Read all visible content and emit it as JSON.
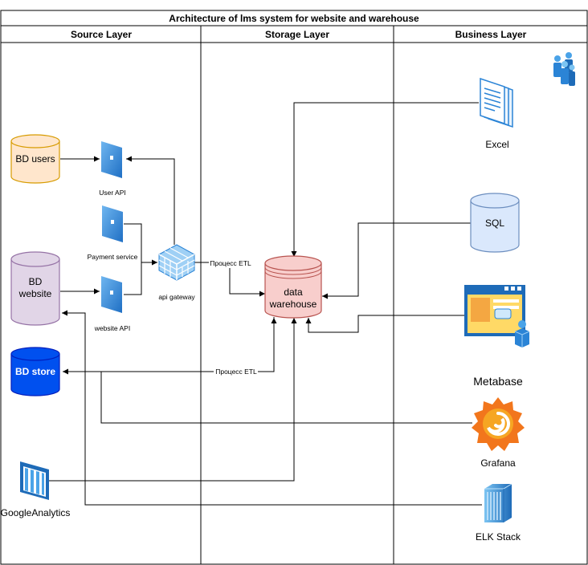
{
  "title": "Architecture of lms system for website and warehouse",
  "lanes": {
    "source": "Source Layer",
    "storage": "Storage Layer",
    "business": "Business Layer"
  },
  "nodes": {
    "bd_users": "BD users",
    "user_api": "User API",
    "payment_service": "Payment service",
    "bd_website_line1": "BD",
    "bd_website_line2": "website",
    "website_api": "website API",
    "api_gateway": "api gateway",
    "bd_store": "BD store",
    "google_analytics": "GoogleAnalytics",
    "dwh_line1": "data",
    "dwh_line2": "warehouse",
    "excel": "Excel",
    "sql": "SQL",
    "metabase": "Metabase",
    "grafana": "Grafana",
    "elk": "ELK Stack"
  },
  "edges": {
    "etl_1": "Процесс ETL",
    "etl_2": "Процесс ETL"
  },
  "colors": {
    "users_db_fill": "#ffe6cc",
    "users_db_stroke": "#d79b00",
    "website_db_fill": "#e1d5e7",
    "website_db_stroke": "#9673a6",
    "store_db_fill": "#0050ef",
    "store_db_stroke": "#001dbc",
    "dwh_fill": "#f8cecc",
    "dwh_stroke": "#b85450",
    "sql_fill": "#dae8fc",
    "sql_stroke": "#6c8ebf",
    "icon_blue": "#2b84d6"
  },
  "icons": {
    "api": "api-endpoint-icon",
    "gateway": "api-gateway-grid-icon",
    "excel": "document-stack-icon",
    "metabase": "dashboard-window-icon",
    "grafana": "grafana-spiral-icon",
    "elk": "server-rack-icon",
    "ga": "analytics-bars-icon",
    "users": "users-group-icon"
  }
}
